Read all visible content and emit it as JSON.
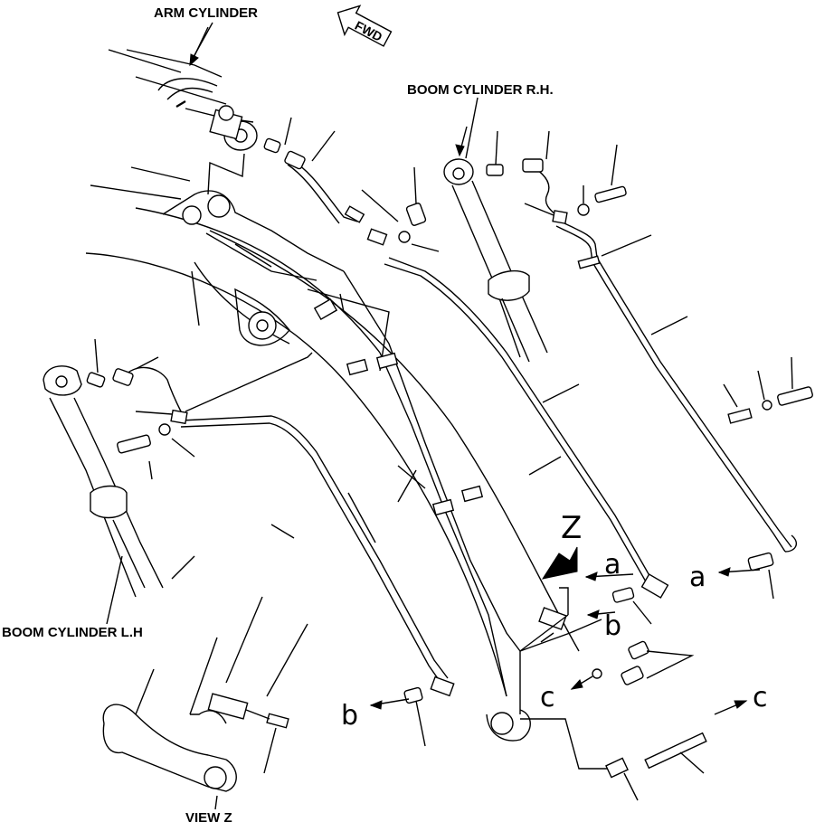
{
  "labels": {
    "arm_cylinder": "ARM CYLINDER",
    "boom_cylinder_rh": "BOOM CYLINDER  R.H.",
    "boom_cylinder_lh": "BOOM CYLINDER L.H",
    "view_z": "VIEW Z",
    "fwd": "FWD"
  },
  "callouts": {
    "z": "Z",
    "a_main": "a",
    "a_right": "a",
    "b_main": "b",
    "b_left": "b",
    "c_main": "c",
    "c_right": "c"
  }
}
